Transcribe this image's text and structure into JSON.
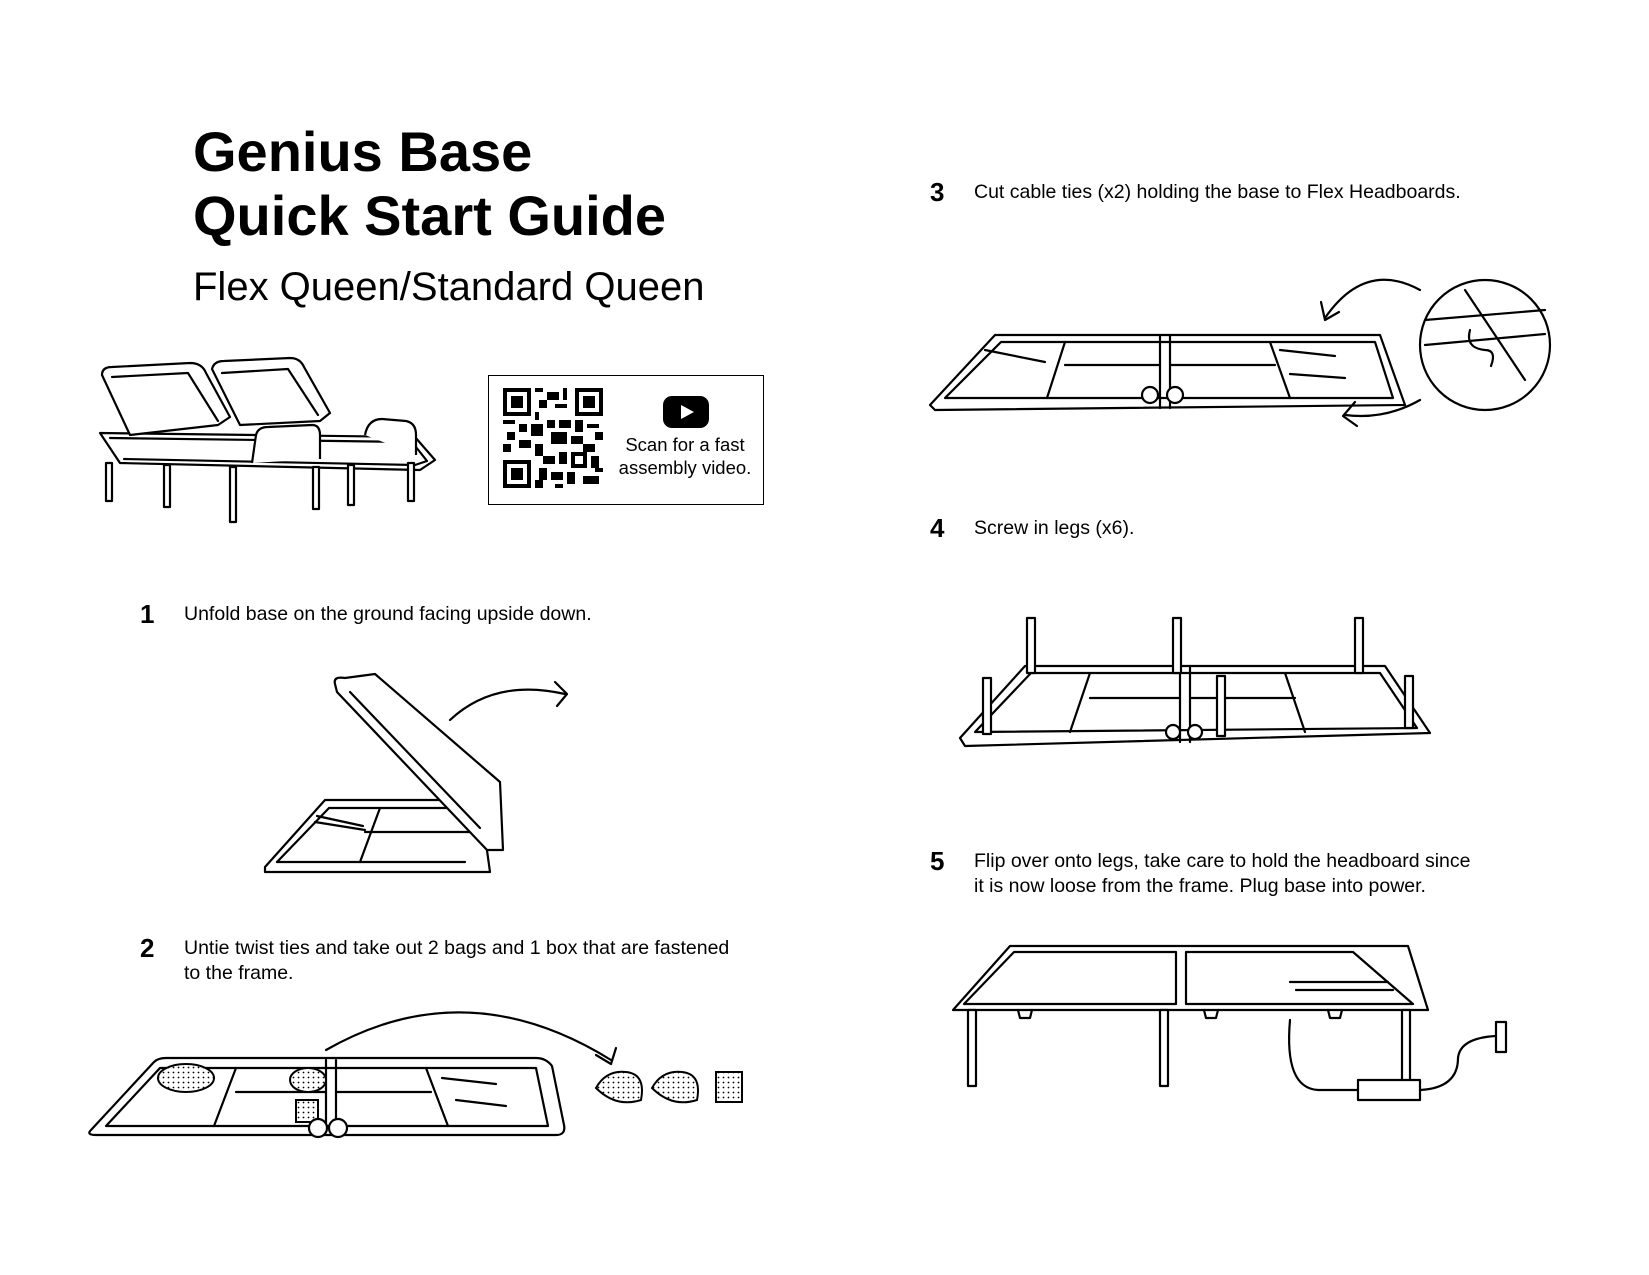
{
  "header": {
    "title_line1": "Genius Base",
    "title_line2": "Quick Start Guide",
    "subtitle": "Flex Queen/Standard Queen"
  },
  "qr_card": {
    "caption_line1": "Scan for a fast",
    "caption_line2": "assembly video.",
    "icons": [
      "qr-code-icon",
      "youtube-play-icon"
    ]
  },
  "steps": [
    {
      "number": "1",
      "text": [
        "Unfold base on the ground facing upside down."
      ]
    },
    {
      "number": "2",
      "text": [
        "Untie twist ties and take out 2 bags and 1 box that are fastened",
        "to the frame."
      ]
    },
    {
      "number": "3",
      "text": [
        "Cut cable ties (x2) holding the base to Flex Headboards."
      ]
    },
    {
      "number": "4",
      "text": [
        "Screw in legs (x6)."
      ]
    },
    {
      "number": "5",
      "text": [
        "Flip over onto legs, take care to hold the headboard since",
        "it is now loose from the frame. Plug base into power."
      ]
    }
  ],
  "colors": {
    "ink": "#000000",
    "paper": "#ffffff"
  }
}
